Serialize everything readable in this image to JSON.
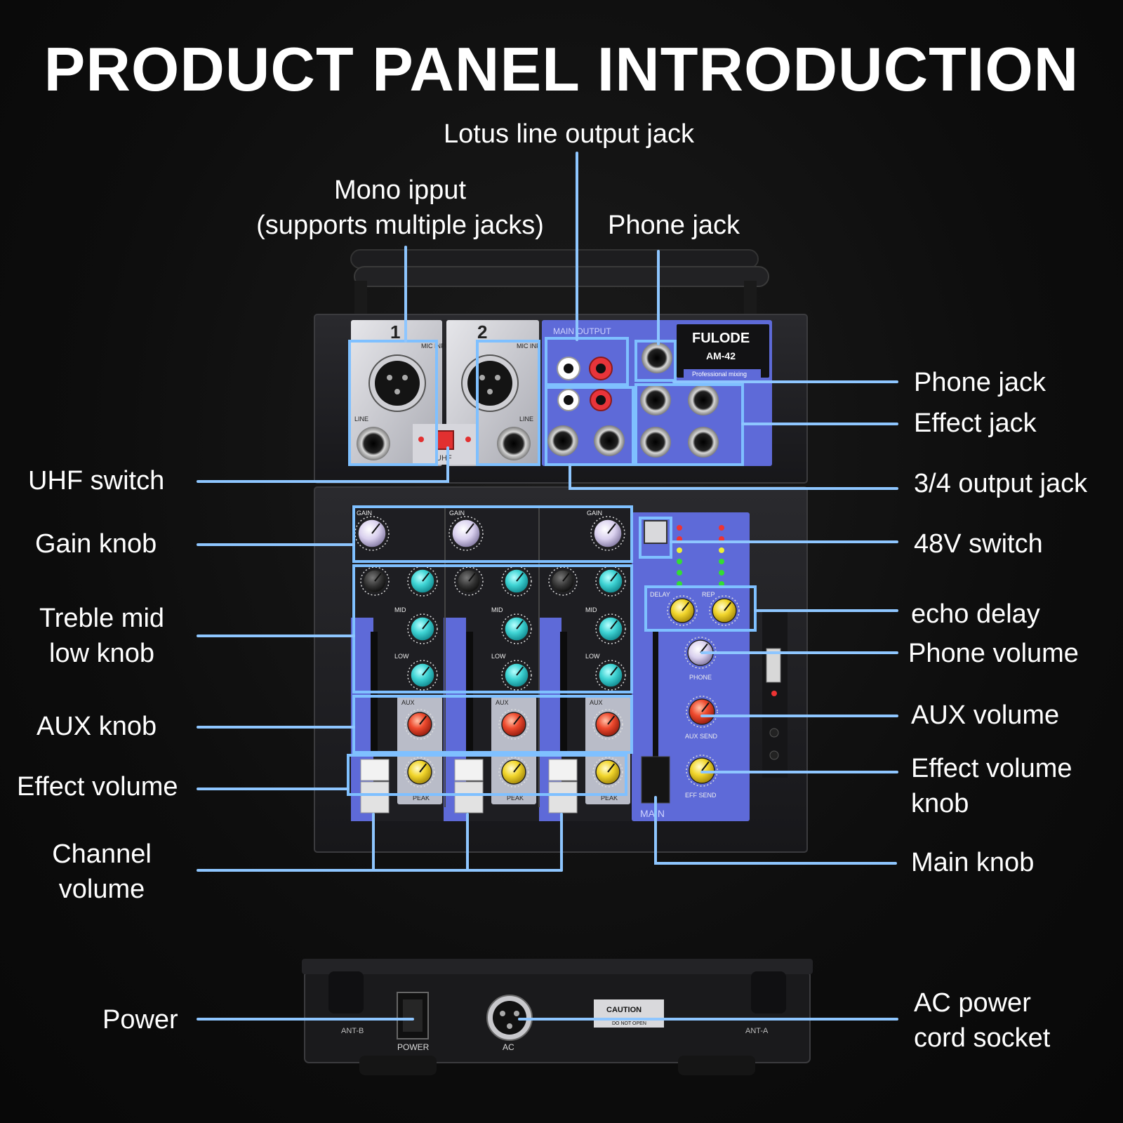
{
  "title": "PRODUCT PANEL INTRODUCTION",
  "callouts": {
    "lotus_line_output_jack": "Lotus line output jack",
    "mono_input_line1": "Mono ipput",
    "mono_input_line2": "(supports multiple jacks)",
    "phone_jack_top": "Phone jack",
    "phone_jack": "Phone jack",
    "effect_jack": "Effect jack",
    "output_jack_34": "3/4 output jack",
    "switch_48v": "48V switch",
    "echo_delay": "echo delay",
    "phone_volume": "Phone volume",
    "aux_volume": "AUX volume",
    "effect_volume_knob_line1": "Effect volume",
    "effect_volume_knob_line2": "knob",
    "main_knob": "Main knob",
    "ac_power_line1": "AC power",
    "ac_power_line2": "cord socket",
    "uhf_switch": "UHF switch",
    "gain_knob": "Gain knob",
    "treble_line1": "Treble mid",
    "treble_line2": "low knob",
    "aux_knob": "AUX knob",
    "effect_volume": "Effect volume",
    "channel_volume_line1": "Channel",
    "channel_volume_line2": "volume",
    "power": "Power"
  },
  "device": {
    "brand": "FULODE",
    "model": "AM-42",
    "subtitle": "Professional mixing",
    "main_output_label": "MAIN OUTPUT",
    "mic_input_label": "MIC INPUT",
    "line_label": "LINE",
    "channel_1": "1",
    "channel_2": "2",
    "uhf_label": "UHF",
    "gain_label": "GAIN",
    "mid_label": "MID",
    "low_label": "LOW",
    "aux_label": "AUX",
    "peak_label": "PEAK",
    "delay_label": "DELAY",
    "rep_label": "REP",
    "phone_label": "PHONE",
    "aux_send_label": "AUX SEND",
    "eff_send_label": "EFF SEND",
    "main_label": "MAIN",
    "power_label": "POWER",
    "ac_label": "AC",
    "ant_a": "ANT-A",
    "ant_b": "ANT-B",
    "caution": "CAUTION",
    "do_not_open": "DO NOT OPEN",
    "colors": {
      "panel_blue": "#5e6ad8",
      "knob_cyan": "#3fd4d4",
      "knob_red": "#ee4a2e",
      "knob_yellow": "#f2d62c",
      "knob_lilac": "#d9d0ee",
      "callout_line": "#8ec6ff",
      "highlight_box": "#7fc0ff"
    }
  }
}
